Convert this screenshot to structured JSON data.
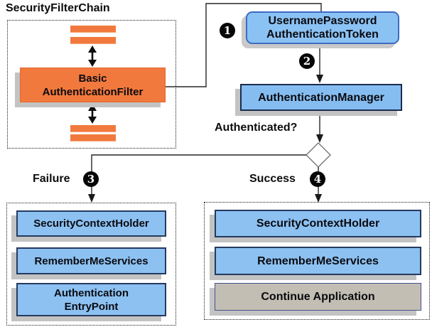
{
  "title": "SecurityFilterChain",
  "filter_chain": {
    "basic_filter_label": "Basic\nAuthenticationFilter"
  },
  "flow": {
    "token_label": "UsernamePassword\nAuthenticationToken",
    "manager_label": "AuthenticationManager",
    "question_label": "Authenticated?",
    "failure_label": "Failure",
    "success_label": "Success",
    "badges": [
      "1",
      "2",
      "3",
      "4"
    ]
  },
  "failure_branch": {
    "boxes": [
      "SecurityContextHolder",
      "RememberMeServices",
      "Authentication\nEntryPoint"
    ]
  },
  "success_branch": {
    "boxes": [
      "SecurityContextHolder",
      "RememberMeServices",
      "Continue Application"
    ]
  },
  "colors": {
    "orange": "#F2793D",
    "blue_fill": "#8CC1F2",
    "token_border": "#3C6BC4",
    "dark_border": "#1B2B4E",
    "gray_fill": "#C2BEB3",
    "shadow": "#C3C3C3",
    "line": "#262626"
  }
}
